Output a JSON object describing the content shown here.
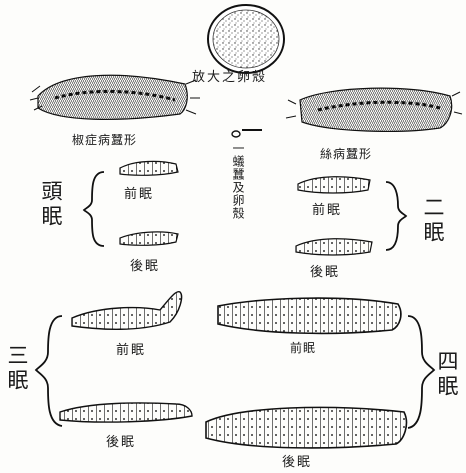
{
  "labels": {
    "egg": "放大之卵殼",
    "egg_shell": "一蟻蠶及卵殼",
    "diseased_left": "椒症病蠶形",
    "diseased_right": "絲病蠶形",
    "first_moult": "頭眠",
    "second_moult": "二眠",
    "third_moult": "三眠",
    "fourth_moult": "四眠",
    "first_pre": "前眠",
    "first_post": "後眠",
    "second_pre": "前眠",
    "second_post": "後眠",
    "third_pre": "前眠",
    "third_post": "後眠",
    "fourth_pre": "前眠",
    "fourth_post": "後眠"
  }
}
